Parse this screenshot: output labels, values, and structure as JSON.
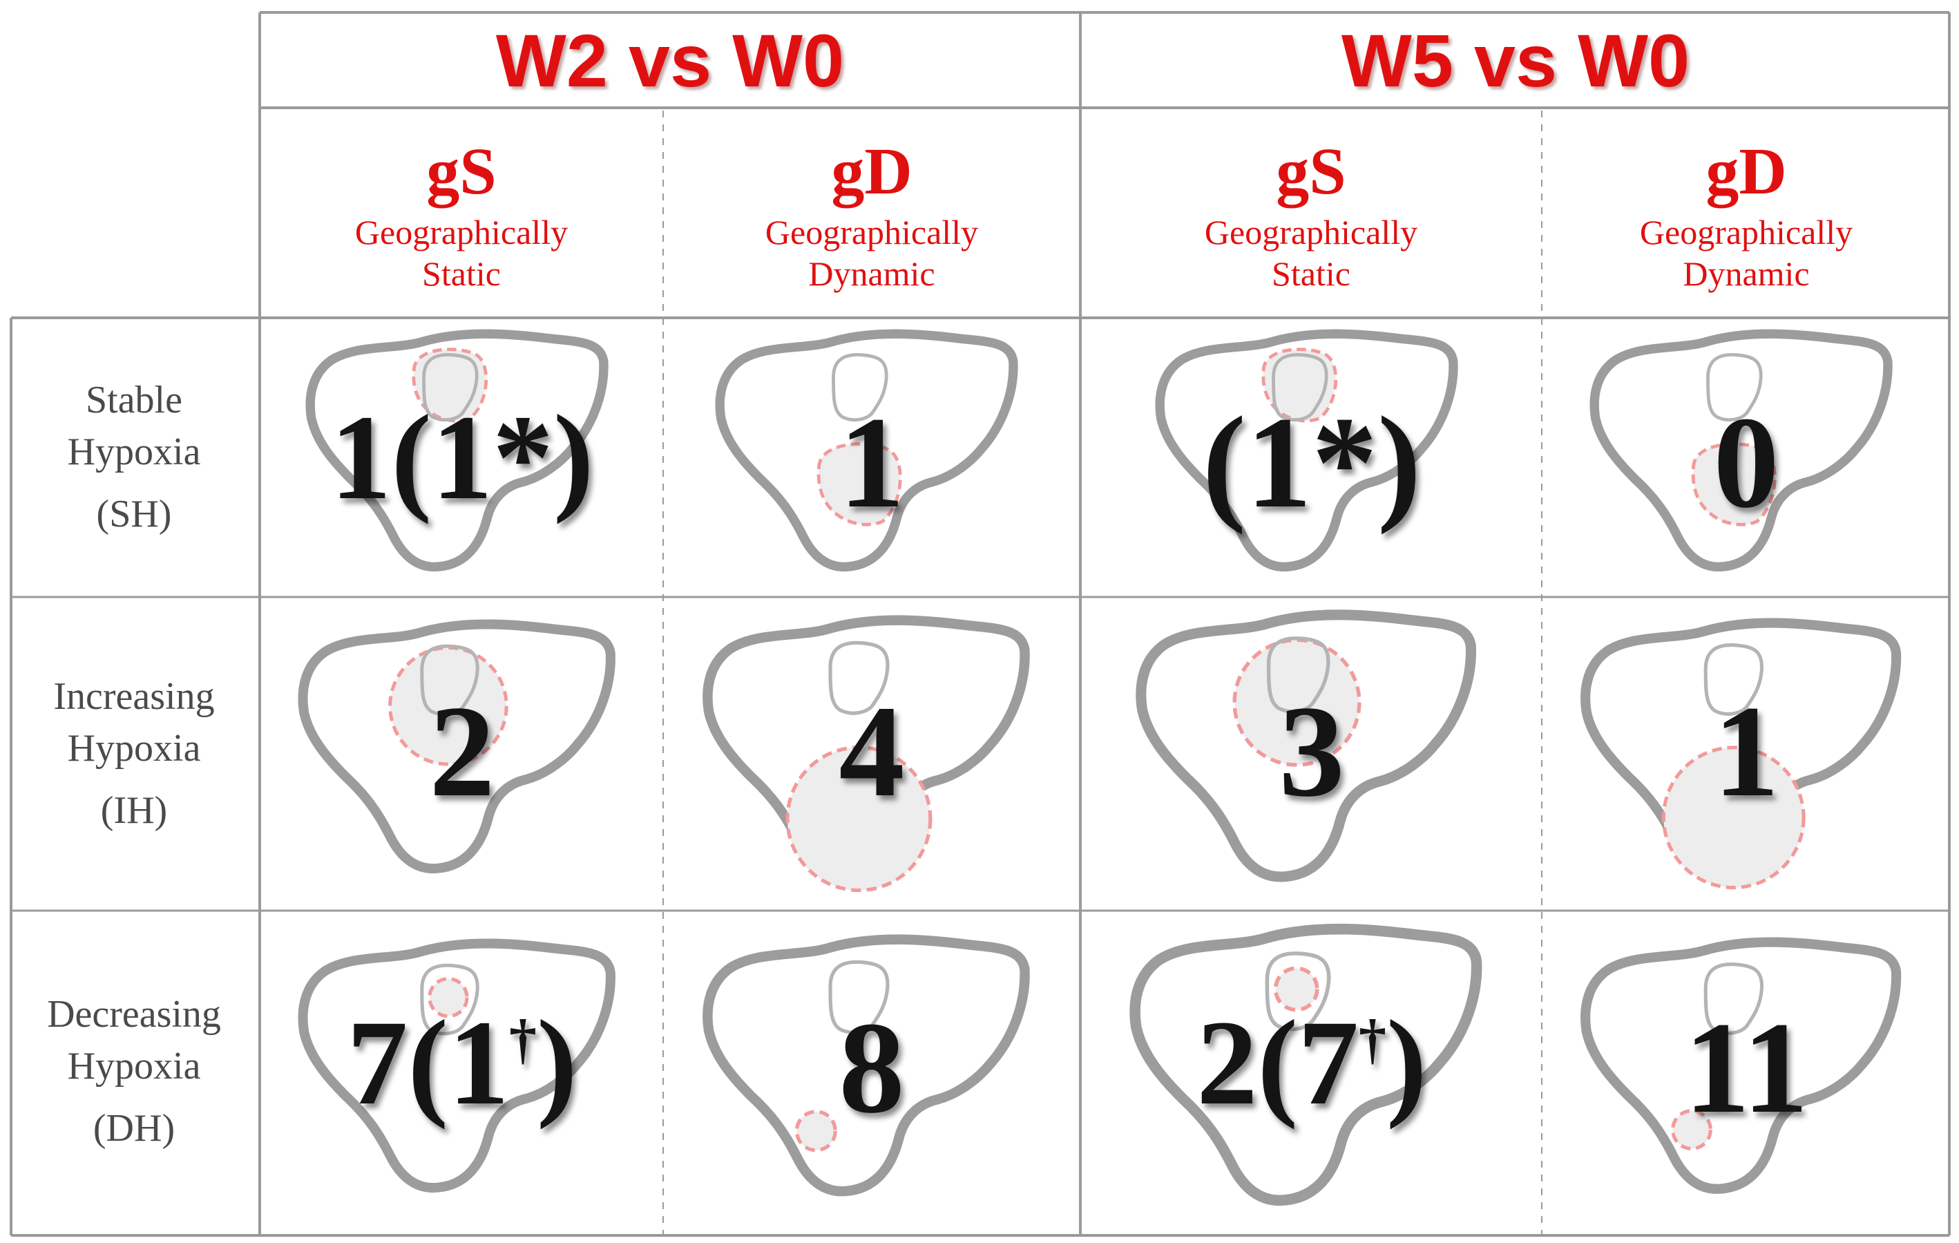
{
  "groups": [
    {
      "label": "W2 vs W0"
    },
    {
      "label": "W5 vs W0"
    }
  ],
  "subcolumns": [
    {
      "code": "gS",
      "line1": "Geographically",
      "line2": "Static"
    },
    {
      "code": "gD",
      "line1": "Geographically",
      "line2": "Dynamic"
    },
    {
      "code": "gS",
      "line1": "Geographically",
      "line2": "Static"
    },
    {
      "code": "gD",
      "line1": "Geographically",
      "line2": "Dynamic"
    }
  ],
  "rows": [
    {
      "line1": "Stable",
      "line2": "Hypoxia",
      "abbr": "(SH)",
      "cells": [
        {
          "main": "1",
          "paren": "1",
          "mark": "*"
        },
        {
          "main": "1",
          "paren": "",
          "mark": ""
        },
        {
          "main": "",
          "paren": "1",
          "mark": "*"
        },
        {
          "main": "0",
          "paren": "",
          "mark": ""
        }
      ]
    },
    {
      "line1": "Increasing",
      "line2": "Hypoxia",
      "abbr": "(IH)",
      "cells": [
        {
          "main": "2",
          "paren": "",
          "mark": ""
        },
        {
          "main": "4",
          "paren": "",
          "mark": ""
        },
        {
          "main": "3",
          "paren": "",
          "mark": ""
        },
        {
          "main": "1",
          "paren": "",
          "mark": ""
        }
      ]
    },
    {
      "line1": "Decreasing",
      "line2": "Hypoxia",
      "abbr": "(DH)",
      "cells": [
        {
          "main": "7",
          "paren": "1",
          "mark": "†"
        },
        {
          "main": "8",
          "paren": "",
          "mark": ""
        },
        {
          "main": "2",
          "paren": "7",
          "mark": "†"
        },
        {
          "main": "11",
          "paren": "",
          "mark": ""
        }
      ]
    }
  ],
  "colors": {
    "header_red": "#e01010",
    "grid": "#9a9a9a",
    "outline": "#9c9c9c",
    "region_stroke": "#f29a9a",
    "region_fill": "#ededed"
  }
}
